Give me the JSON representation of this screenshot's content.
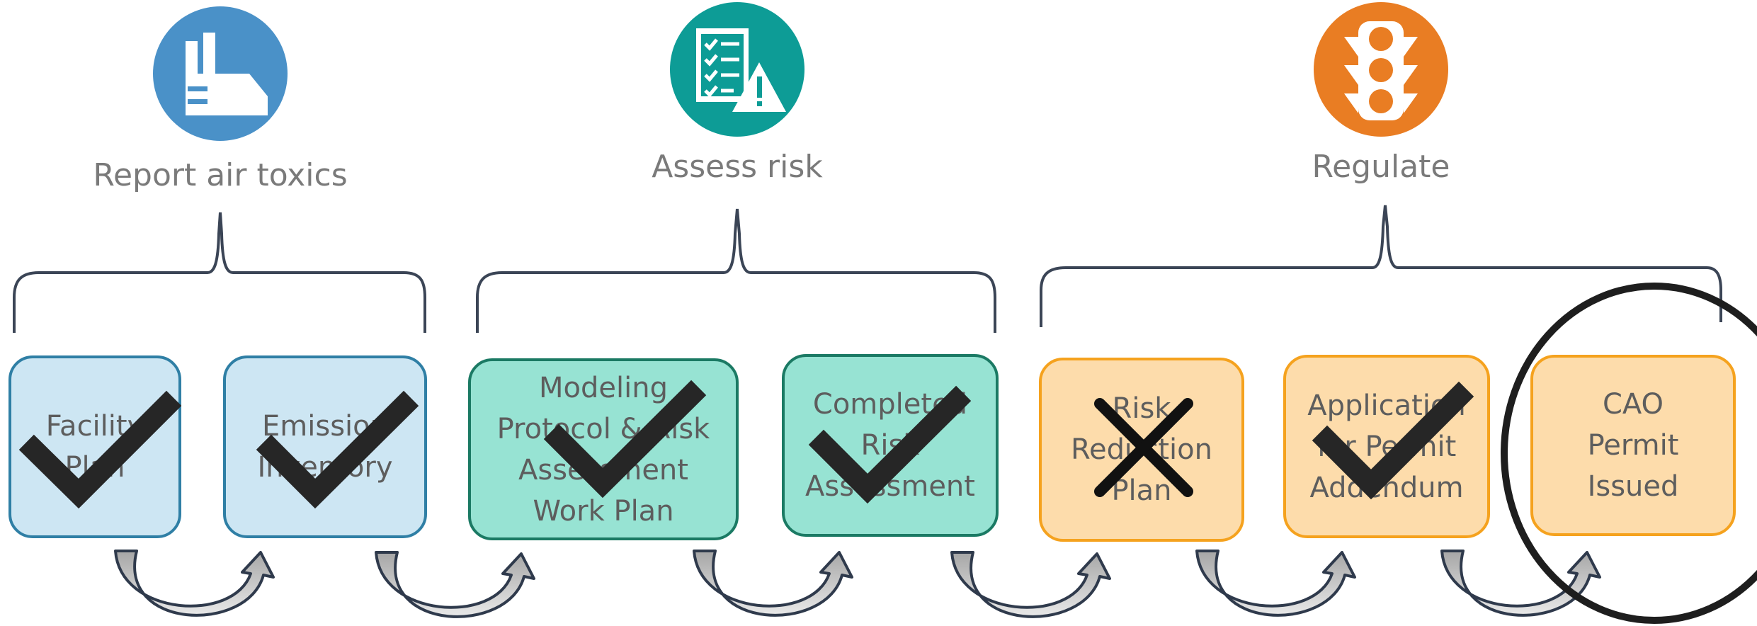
{
  "stages": [
    {
      "id": "report",
      "label": "Report air toxics",
      "icon": "factory-icon",
      "color": "#4a91c8"
    },
    {
      "id": "assess",
      "label": "Assess risk",
      "icon": "checklist-warning-icon",
      "color": "#0d9c96"
    },
    {
      "id": "regulate",
      "label": "Regulate",
      "icon": "traffic-light-icon",
      "color": "#e97d23"
    }
  ],
  "steps": [
    {
      "label": "Facility\nPlan",
      "status": "complete",
      "stage": "report"
    },
    {
      "label": "Emission\nInventory",
      "status": "complete",
      "stage": "report"
    },
    {
      "label": "Modeling\nProtocol & Risk\nAssessment\nWork Plan",
      "status": "complete",
      "stage": "assess"
    },
    {
      "label": "Completed\nRisk\nAssessment",
      "status": "complete",
      "stage": "assess"
    },
    {
      "label": "Risk\nReduction\nPlan",
      "status": "not-required",
      "stage": "regulate"
    },
    {
      "label": "Application\nfor Permit\nAddendum",
      "status": "complete",
      "stage": "regulate"
    },
    {
      "label": "CAO\nPermit\nIssued",
      "status": "highlighted",
      "stage": "regulate"
    }
  ]
}
